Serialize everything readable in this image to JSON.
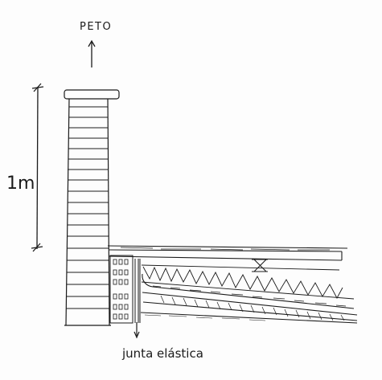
{
  "labels": {
    "peto": "PETO",
    "height": "1m",
    "joint": "junta elástica"
  },
  "colors": {
    "ink": "#1b1b1b",
    "paper": "#fdfdfd"
  },
  "icons": {
    "up_arrow": "arrow-up-icon",
    "down_arrow": "arrow-down-icon"
  }
}
